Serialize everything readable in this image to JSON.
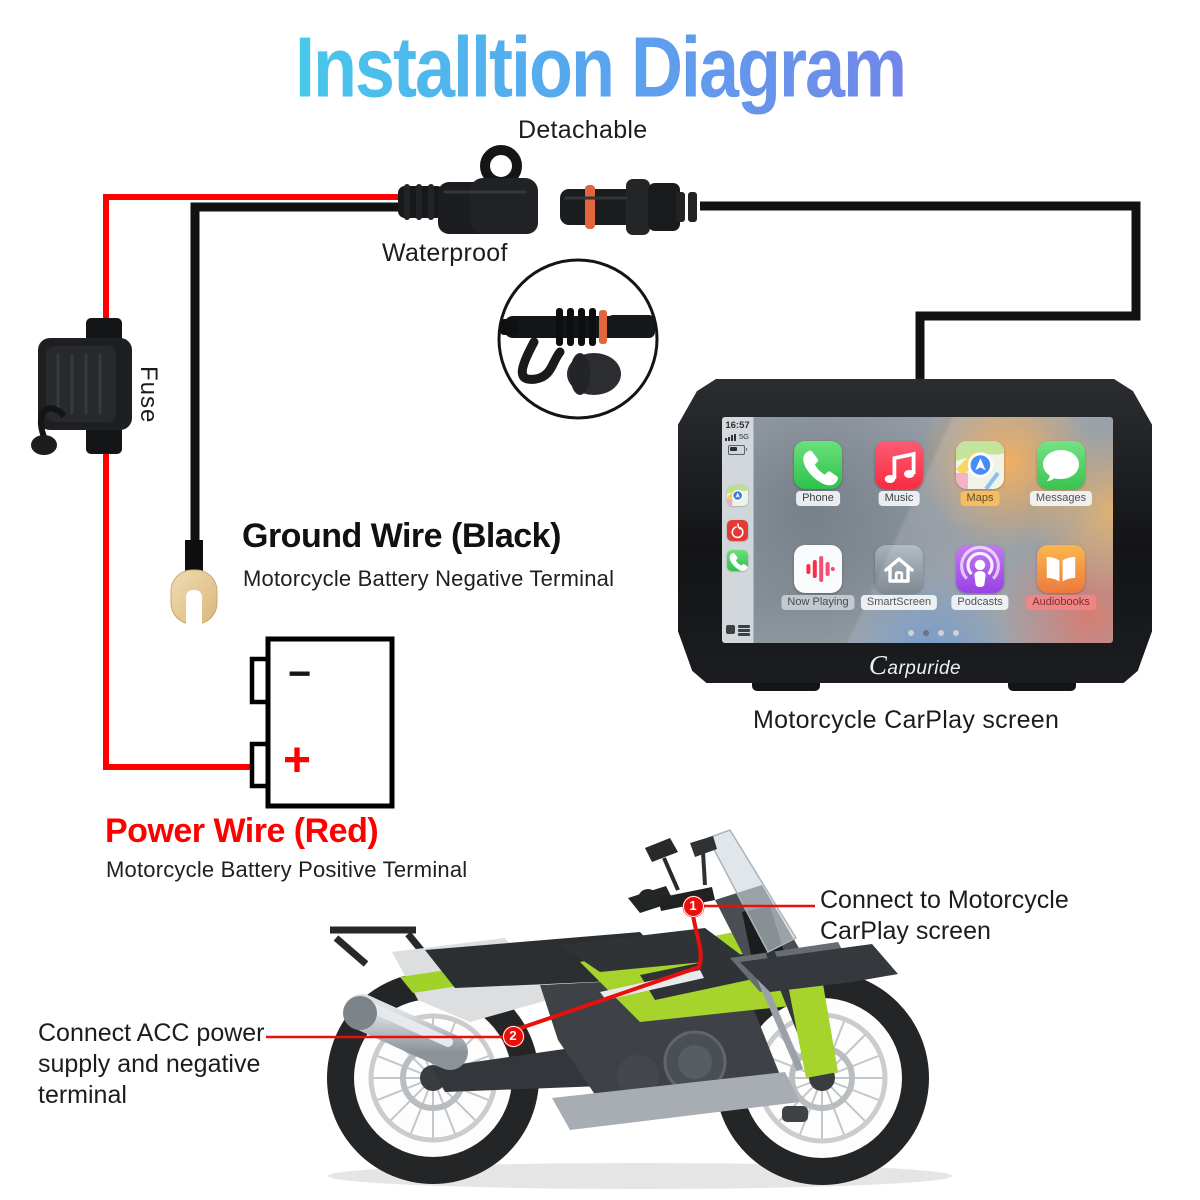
{
  "title": "Installtion Diagram",
  "connector_labels": {
    "detachable": "Detachable",
    "waterproof": "Waterproof"
  },
  "fuse_label": "Fuse",
  "ground_wire": {
    "title": "Ground Wire (Black)",
    "subtitle": "Motorcycle Battery Negative Terminal"
  },
  "power_wire": {
    "title": "Power Wire (Red)",
    "subtitle": "Motorcycle Battery Positive Terminal"
  },
  "battery": {
    "negative_symbol": "−",
    "positive_symbol": "+"
  },
  "device": {
    "caption": "Motorcycle CarPlay screen",
    "brand": "Carpuride",
    "status": {
      "time": "16:57",
      "network": "5G"
    },
    "sidebar_icons": [
      "maps-icon",
      "netease-music-icon",
      "phone-icon",
      "grid-toggle-icon"
    ],
    "apps": [
      {
        "label": "Phone",
        "color": "#34C85A"
      },
      {
        "label": "Music",
        "color": "#FA2D48"
      },
      {
        "label": "Maps",
        "color": "#FFFFFF"
      },
      {
        "label": "Messages",
        "color": "#34C85A"
      },
      {
        "label": "Now Playing",
        "color": "#FFFFFF"
      },
      {
        "label": "SmartScreen",
        "color": "#8A949E"
      },
      {
        "label": "Podcasts",
        "color": "#9A3DE4"
      },
      {
        "label": "Audiobooks",
        "color": "#F2852F"
      }
    ],
    "page_dots": {
      "count": 4,
      "active_index": 1
    }
  },
  "callouts": [
    {
      "number": "1",
      "text": "Connect to Motorcycle\nCarPlay screen"
    },
    {
      "number": "2",
      "text": "Connect ACC power\nsupply and negative\nterminal"
    }
  ],
  "colors": {
    "accent_red": "#E8100C",
    "wire_red": "#FE0000",
    "wire_black": "#141414",
    "title_gradient_start": "#3EDCE9",
    "title_gradient_end": "#8076E7",
    "bike_green": "#A6D32C",
    "connector_oring_orange": "#E2663D",
    "terminal_gold": "#E6CFA4"
  }
}
